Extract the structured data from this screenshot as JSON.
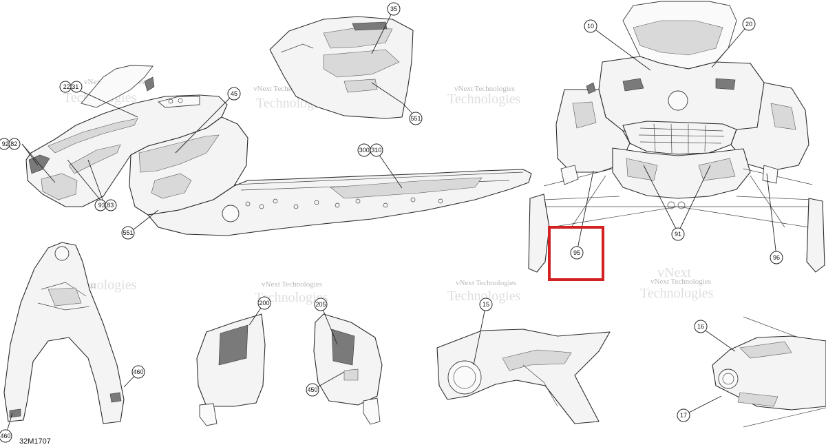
{
  "drawing_code": "32M1707",
  "watermark": {
    "line1": "vNext Technologies",
    "big1": "vNext",
    "big2": "Technologies"
  },
  "callouts": {
    "c35": "35",
    "c551a": "551",
    "c2231": "22,31",
    "c45": "45",
    "c9282": "92,82",
    "c300310": "300,310",
    "c9383": "93,83",
    "c551b": "551",
    "c10": "10",
    "c20": "20",
    "c95": "95",
    "c91": "91",
    "c96": "96",
    "c200": "200",
    "c205": "205",
    "c450": "450",
    "c460a": "460",
    "c460b": "460",
    "c15": "15",
    "c16": "16",
    "c17": "17"
  },
  "highlight": {
    "color": "#d32020",
    "target_callout": "95"
  }
}
